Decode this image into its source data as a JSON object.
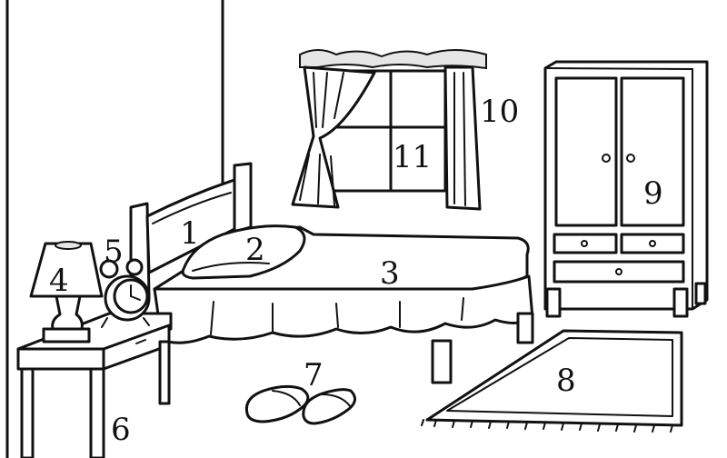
{
  "colors": {
    "ink": "#111111",
    "paper": "#ffffff",
    "shade": "#e6e6e6"
  },
  "labels": {
    "headboard": "1",
    "pillow": "2",
    "bed": "3",
    "lamp": "4",
    "clock": "5",
    "nightstand": "6",
    "slippers": "7",
    "rug": "8",
    "wardrobe": "9",
    "curtain": "10",
    "window": "11"
  }
}
